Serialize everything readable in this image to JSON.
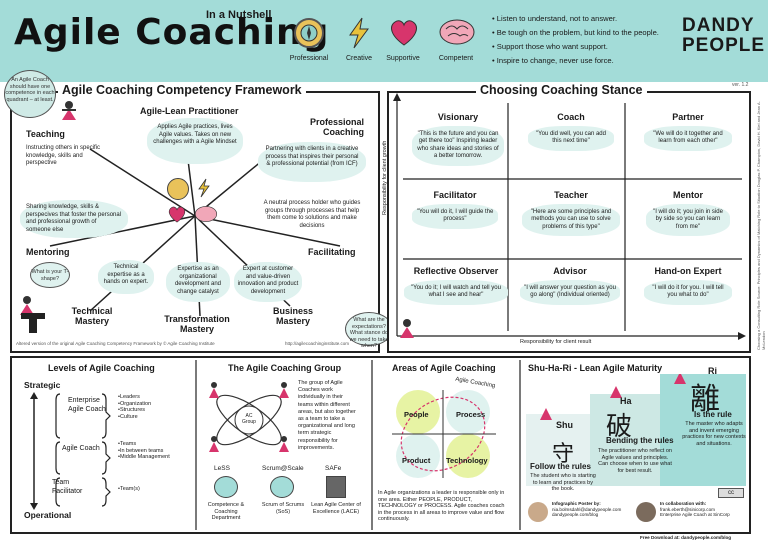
{
  "header": {
    "title": "Agile Coaching",
    "nutshell": "In a Nutshell",
    "icons": [
      {
        "icon": "compass-icon",
        "label": "Professional"
      },
      {
        "icon": "lightning-icon",
        "label": "Creative"
      },
      {
        "icon": "heart-icon",
        "label": "Supportive"
      },
      {
        "icon": "brain-icon",
        "label": "Competent"
      }
    ],
    "bullets": [
      "Listen to understand, not to answer.",
      "Be tough on the problem, but kind to the people.",
      "Support those who want support.",
      "Inspire to change, never use force."
    ],
    "logo_line1": "DANDY",
    "logo_line2": "PEOPLE"
  },
  "competency": {
    "title": "Agile Coaching Competency Framework",
    "side_note": "An Agile Coach should have one competence in each quadrant – at least.",
    "teaching": {
      "name": "Teaching",
      "text": "Instructing others in specific knowledge, skills and perspective"
    },
    "practitioner": {
      "name": "Agile-Lean Practitioner",
      "text": "Applies Agile practices, lives Agile values. Takes on new challenges with a Agile Mindset"
    },
    "professional": {
      "name": "Professional Coaching",
      "text": "Partnering with clients in a creative process that inspires their personal & professional potential (from ICF)"
    },
    "mentoring": {
      "name": "Mentoring",
      "text": "Sharing knowledge, skills & perspecives that foster the personal and professional growth of someone else"
    },
    "facilitating": {
      "name": "Facilitating",
      "text": "A neutral process holder who guides groups through processes that help them come to solutions and make decisions"
    },
    "technical": {
      "name": "Technical Mastery",
      "text": "Technical expertise as a hands on expert."
    },
    "transformation": {
      "name": "Transformation Mastery",
      "text": "Expertise as an organizational development and change catalyst"
    },
    "business": {
      "name": "Business Mastery",
      "text": "Expert at customer and value-driven innovation and product development"
    },
    "tshape_note": "What is your T-shape?",
    "expectations_note": "What are the expectations? What stance do we need to take when?",
    "footer_left": "Altered version of the original Agile Coaching Competency Framework by © Agile Coaching Institute",
    "footer_right": "http://agilecoachinginstitute.com"
  },
  "stance": {
    "title": "Choosing Coaching Stance",
    "version": "ver. 1.2",
    "y_axis": "Responsibility for client growth",
    "x_axis": "Responsibility for client result",
    "cells": [
      {
        "name": "Visionary",
        "quote": "\"This is the future and you can get there too\" Inspiring leader who share ideas and stories of a better tomorrow."
      },
      {
        "name": "Coach",
        "quote": "\"You did well, you can add this next time\""
      },
      {
        "name": "Partner",
        "quote": "\"We will do it together and learn from each other\""
      },
      {
        "name": "Facilitator",
        "quote": "\"You will do it, I will guide the process\""
      },
      {
        "name": "Teacher",
        "quote": "\"Here are some principles and methods you can use to solve problems of this type\""
      },
      {
        "name": "Mentor",
        "quote": "\"I will do it; you join in side by side so you can learn from me\""
      },
      {
        "name": "Reflective Observer",
        "quote": "\"You do it; I will watch and tell you what I see and hear\""
      },
      {
        "name": "Advisor",
        "quote": "\"I will answer your question as you go along\" (Individual oriented)"
      },
      {
        "name": "Hand-on Expert",
        "quote": "\"I will do it for you. I will tell you what to do\""
      }
    ],
    "side_credit": "Choosing a Consulting Role Source: Principles and Dynamics of Matching Role to Situation Douglas P. Champion, David H. Kiel and Jean A. McLendon"
  },
  "levels": {
    "title": "Levels of Agile Coaching",
    "strategic": "Strategic",
    "operational": "Operational",
    "groups": [
      {
        "name": "Enterprise Agile Coach",
        "items": [
          "Leaders",
          "Organization",
          "Structures",
          "Culture"
        ]
      },
      {
        "name": "Agile Coach",
        "items": [
          "Teams",
          "In between teams",
          "Middle Management"
        ]
      },
      {
        "name": "Team Facilitator",
        "items": [
          "Team(s)"
        ]
      }
    ]
  },
  "group": {
    "title": "The Agile Coaching Group",
    "center": "AC Group",
    "text": "The group of Agile Coaches work individually in their teams within different areas, but also together as a team to take a organizational and long term strategic responsibility for improvements.",
    "frameworks": [
      {
        "name": "LeSS",
        "caption": "Competence & Coaching Department"
      },
      {
        "name": "Scrum@Scale",
        "caption": "Scrum of Scrums (SoS)"
      },
      {
        "name": "SAFe",
        "caption": "Lean Agile Center of Excellence (LACE)"
      }
    ]
  },
  "areas": {
    "title": "Areas of Agile Coaching",
    "arc_label": "Agile Coaching",
    "quadrants": [
      "People",
      "Process",
      "Product",
      "Technology"
    ],
    "text": "In Agile organizations a leader is responsible only in one area. Either PEOPLE, PRODUCT, TECHNOLOGY or PROCESS. Agile coaches coach in the process in all areas to improve value and flow continuously."
  },
  "shuhari": {
    "title": "Shu-Ha-Ri - Lean Agile Maturity",
    "shu": {
      "label": "Shu",
      "kanji": "守",
      "name": "Follow the rules",
      "text": "The student who is starting to learn and practices by the book."
    },
    "ha": {
      "label": "Ha",
      "kanji": "破",
      "name": "Bending the rules",
      "text": "The practitioner who reflect on Agile values and principles. Can choose when to use what for best result."
    },
    "ri": {
      "label": "Ri",
      "kanji": "離",
      "name": "Is the rule",
      "text": "The master who adapts and invent emerging practices for new contexts and situations."
    },
    "poster_by": "Infographic Poster by:",
    "poster_name": "nia.bolmsdahl@dandypeople.com",
    "poster_site": "dandypeople.com/blog",
    "collab": "In collaboration with:",
    "collab_name": "frank.eberth@sinicorp.com",
    "collab_role": "Enterprise Agile Coach at SinCorp",
    "download": "Free Download at: dandypeople.com/blog",
    "cc": "cc"
  }
}
